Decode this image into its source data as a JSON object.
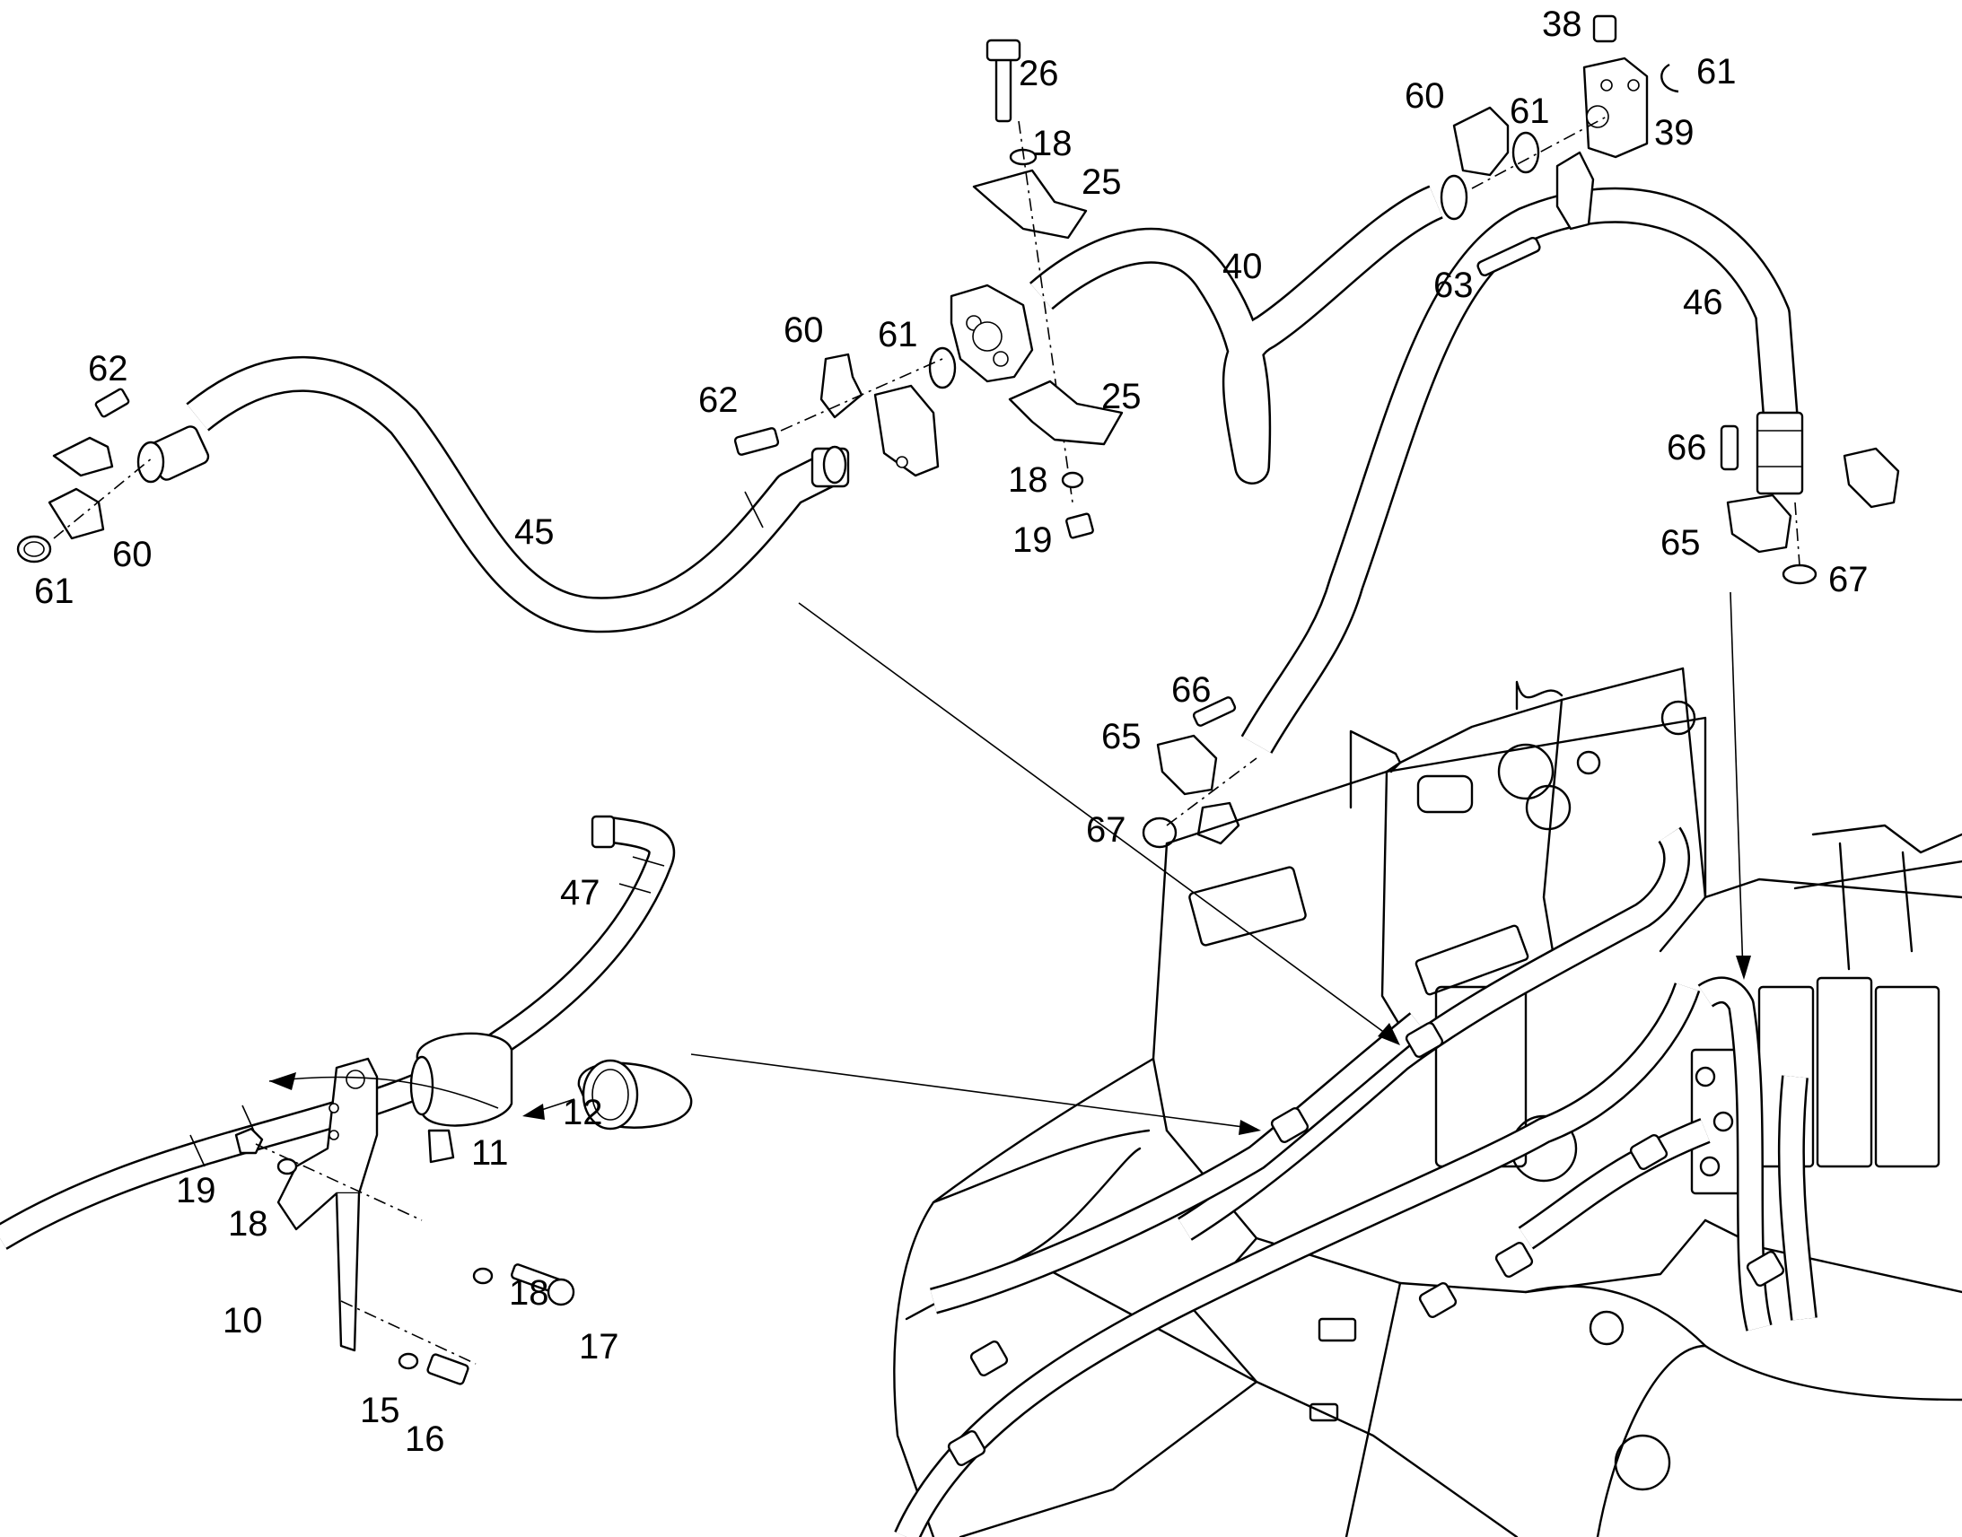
{
  "labels": {
    "l10": "10",
    "l11": "11",
    "l12": "12",
    "l15": "15",
    "l16": "16",
    "l17": "17",
    "l18a": "18",
    "l18b": "18",
    "l18c": "18",
    "l18d": "18",
    "l19a": "19",
    "l19b": "19",
    "l25a": "25",
    "l25b": "25",
    "l26": "26",
    "l38": "38",
    "l39": "39",
    "l40": "40",
    "l45": "45",
    "l46": "46",
    "l47": "47",
    "l60a": "60",
    "l60b": "60",
    "l60c": "60",
    "l61a": "61",
    "l61b": "61",
    "l61c": "61",
    "l61d": "61",
    "l62a": "62",
    "l62b": "62",
    "l63": "63",
    "l65a": "65",
    "l65b": "65",
    "l66a": "66",
    "l66b": "66",
    "l67a": "67",
    "l67b": "67"
  }
}
